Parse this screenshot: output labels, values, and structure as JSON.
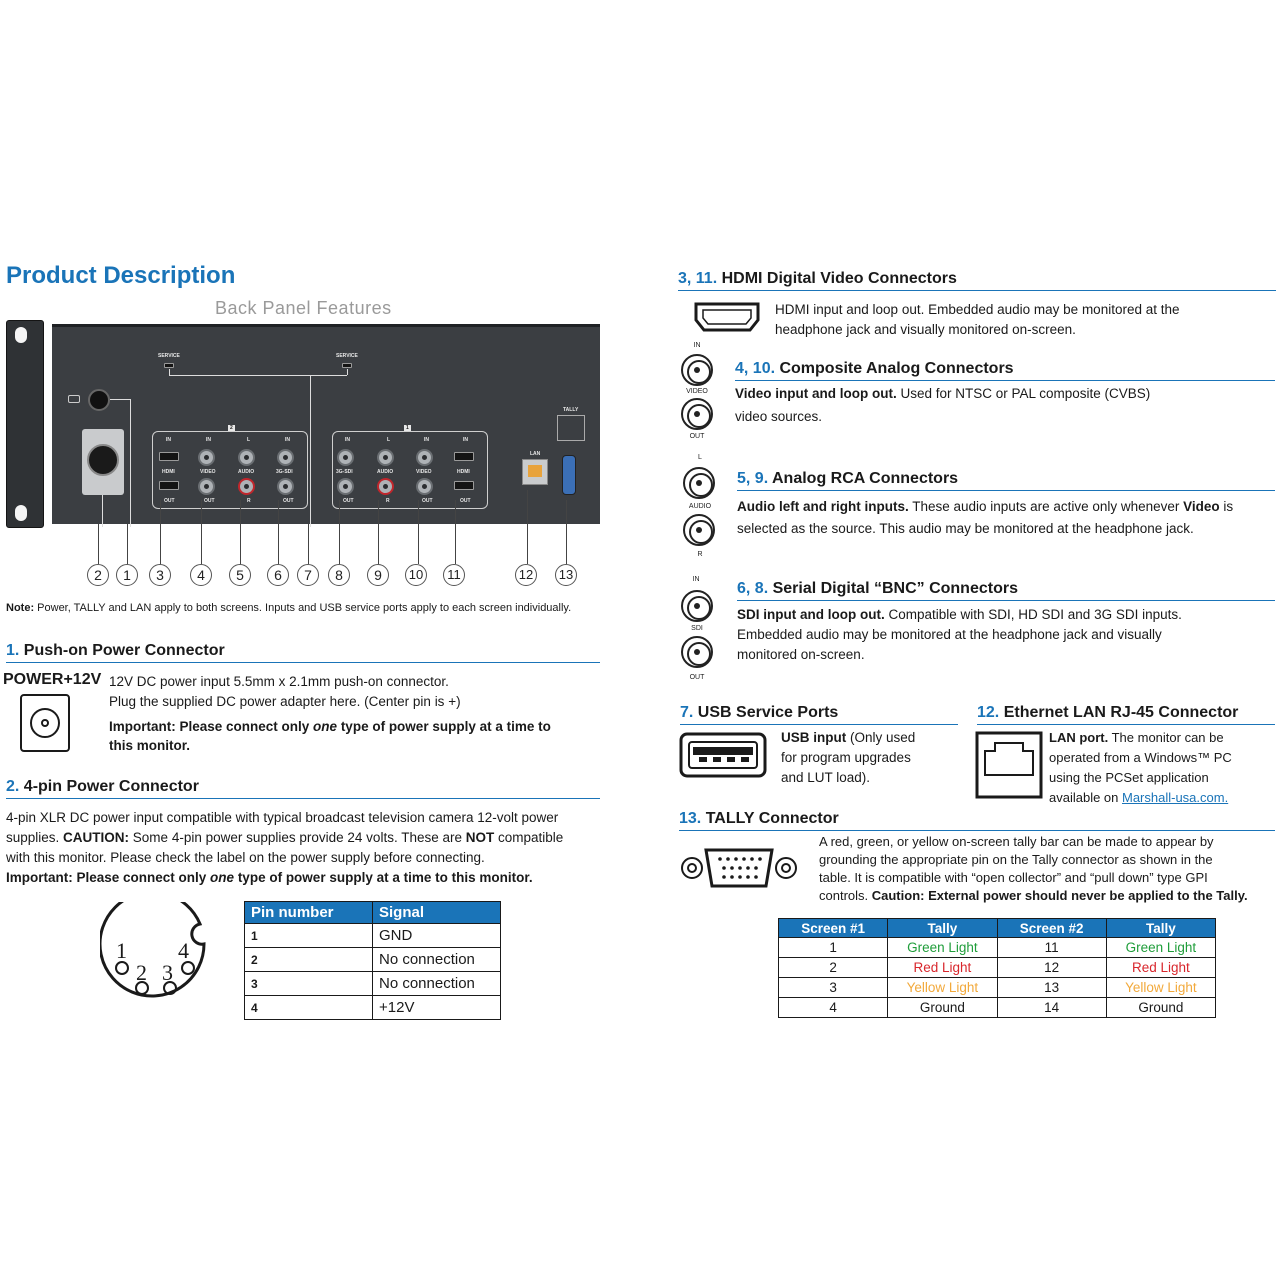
{
  "left": {
    "title": "Product Description",
    "subtitle": "Back Panel Features",
    "panel_labels": {
      "service": "SERVICE",
      "tally": "TALLY",
      "lan": "LAN",
      "screen2": "2",
      "screen1": "1",
      "in": "IN",
      "out": "OUT",
      "hdmi": "HDMI",
      "video": "VIDEO",
      "audio": "AUDIO",
      "sdi": "3G-SDI",
      "l": "L",
      "r": "R"
    },
    "callouts": [
      "2",
      "1",
      "3",
      "4",
      "5",
      "6",
      "7",
      "8",
      "9",
      "10",
      "11",
      "12",
      "13"
    ],
    "note_label": "Note:",
    "note_text": " Power, TALLY and LAN apply to both screens. Inputs and USB service ports apply to each screen individually.",
    "s1": {
      "num": "1.",
      "title": " Push-on Power Connector",
      "icon_label": "POWER+12V",
      "line1": "12V DC power input 5.5mm x 2.1mm push-on connector.",
      "line2": "Plug the supplied DC power adapter here. (Center pin is +)",
      "imp_a": "Important: Please connect only ",
      "imp_b": "one",
      "imp_c": " type of power supply at a time to",
      "imp_d": "this monitor."
    },
    "s2": {
      "num": "2.",
      "title": " 4-pin Power Connector",
      "p1": "4-pin XLR DC power input compatible with typical broadcast television camera 12-volt power",
      "p2a": "supplies. ",
      "p2b": "CAUTION:",
      "p2c": " Some 4-pin power supplies provide 24 volts. These are ",
      "p2d": "NOT",
      "p2e": " compatible",
      "p3": "with this monitor. Please check the label on the power supply before connecting.",
      "p4a": "Important: Please connect only ",
      "p4b": "one",
      "p4c": " type of power supply at a time to this monitor.",
      "xlr_pins": [
        "1",
        "2",
        "3",
        "4"
      ],
      "table": {
        "headers": [
          "Pin number",
          "Signal"
        ],
        "rows": [
          [
            "1",
            "GND"
          ],
          [
            "2",
            "No connection"
          ],
          [
            "3",
            "No connection"
          ],
          [
            "4",
            "+12V"
          ]
        ]
      }
    }
  },
  "right": {
    "s3": {
      "num": "3, 11.",
      "title": " HDMI Digital Video Connectors",
      "l1": "HDMI input and loop out. Embedded audio may be monitored at the",
      "l2": "headphone jack and visually monitored on-screen."
    },
    "s4": {
      "num": "4, 10.",
      "title": " Composite Analog Connectors",
      "b": "Video input and loop out.",
      "t": " Used for NTSC or PAL composite (CVBS)",
      "l2": "video sources.",
      "lbl_in": "IN",
      "lbl_mid": "VIDEO",
      "lbl_out": "OUT"
    },
    "s5": {
      "num": "5, 9.",
      "title": "  Analog RCA Connectors",
      "b": "Audio left and right inputs.",
      "t1": " These audio inputs are active only whenever ",
      "b2": "Video",
      "t2": " is",
      "l2": "selected as the source. This audio may be monitored at the headphone jack.",
      "lbl_l": "L",
      "lbl_mid": "AUDIO",
      "lbl_r": "R"
    },
    "s6": {
      "num": "6, 8.",
      "title": "  Serial Digital “BNC” Connectors",
      "b": "SDI input and loop out.",
      "t": " Compatible with SDI, HD SDI and 3G SDI inputs.",
      "l2": "Embedded audio may be monitored at the headphone jack and visually",
      "l3": "monitored on-screen.",
      "lbl_in": "IN",
      "lbl_mid": "SDI",
      "lbl_out": "OUT"
    },
    "s7": {
      "num": "7.",
      "title": "  USB Service Ports",
      "b": "USB input",
      "t1": " (Only used",
      "l2": "for program upgrades",
      "l3": "and LUT load)."
    },
    "s12": {
      "num": "12.",
      "title": "  Ethernet LAN RJ-45 Connector",
      "b": "LAN port.",
      "t1": " The monitor can be",
      "l2": "operated from a Windows™ PC",
      "l3": "using the PCSet application",
      "l4a": "available on ",
      "l4b": "Marshall-usa.com."
    },
    "s13": {
      "num": "13.",
      "title": "  TALLY Connector",
      "l1": "A red, green, or yellow on-screen tally bar can be made to appear by",
      "l2": "grounding the appropriate pin on the Tally connector as shown in the",
      "l3": "table. It is compatible with “open collector” and “pull down” type GPI",
      "l4a": "controls. ",
      "l4b": "Caution: External power should never be applied to the Tally.",
      "table": {
        "headers": [
          "Screen #1",
          "Tally",
          "Screen #2",
          "Tally"
        ],
        "rows": [
          [
            "1",
            "Green Light",
            "11",
            "Green Light"
          ],
          [
            "2",
            "Red Light",
            "12",
            "Red Light"
          ],
          [
            "3",
            "Yellow Light",
            "13",
            "Yellow Light"
          ],
          [
            "4",
            "Ground",
            "14",
            "Ground"
          ]
        ]
      },
      "colors": {
        "green": "#1f9d3a",
        "red": "#d8262c",
        "yellow": "#f2a93b"
      }
    }
  },
  "accent_color": "#1a74b8"
}
